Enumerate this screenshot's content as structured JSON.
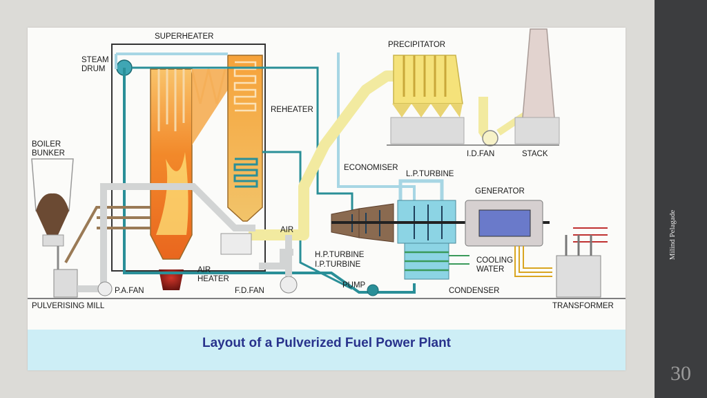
{
  "slide": {
    "author": "Milind Pelagade",
    "page_number": "30",
    "caption": "Layout of a Pulverized Fuel Power Plant"
  },
  "labels": {
    "superheater": "SUPERHEATER",
    "steam_drum_1": "STEAM",
    "steam_drum_2": "DRUM",
    "precipitator": "PRECIPITATOR",
    "reheater": "REHEATER",
    "boiler_bunker_1": "BOILER",
    "boiler_bunker_2": "BUNKER",
    "id_fan": "I.D.FAN",
    "stack": "STACK",
    "economiser": "ECONOMISER",
    "lp_turbine": "L.P.TURBINE",
    "generator": "GENERATOR",
    "air": "AIR",
    "hp_turbine": "H.P.TURBINE",
    "ip_turbine": "I.P.TURBINE",
    "cooling_water_1": "COOLING",
    "cooling_water_2": "WATER",
    "air_heater_1": "AIR",
    "air_heater_2": "HEATER",
    "pa_fan": "P.A.FAN",
    "fd_fan": "F.D.FAN",
    "pump": "PUMP",
    "condenser": "CONDENSER",
    "pulverising_mill": "PULVERISING MILL",
    "transformer": "TRANSFORMER"
  },
  "colors": {
    "water_pipe": "#2a8f98",
    "flue_duct": "#f2eaa0",
    "flame_orange": "#f39a2a",
    "steam_pipe": "#a7d6e4",
    "coal": "#6b4a33",
    "caption_text": "#28328c"
  }
}
